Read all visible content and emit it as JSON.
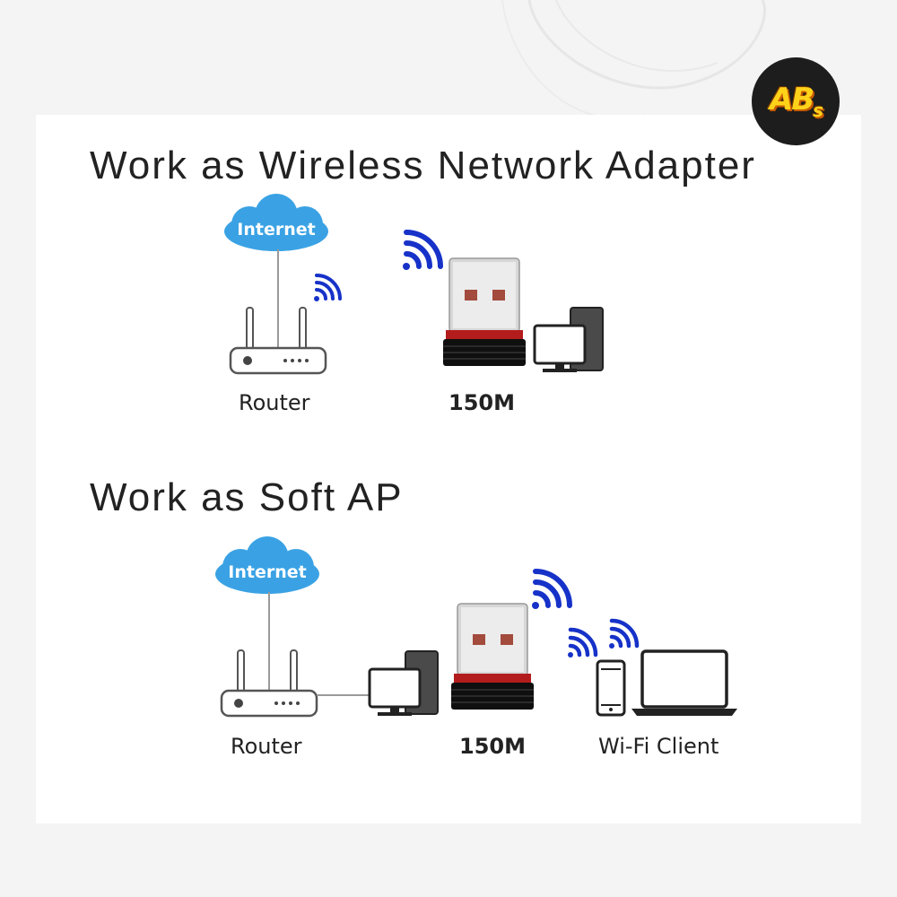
{
  "logo": {
    "text": "AB",
    "suffix": "s"
  },
  "section1": {
    "heading": "Work as Wireless Network Adapter",
    "cloud_label": "Internet",
    "router_label": "Router",
    "adapter_label": "150M"
  },
  "section2": {
    "heading": "Work as Soft AP",
    "cloud_label": "Internet",
    "router_label": "Router",
    "adapter_label": "150M",
    "client_label": "Wi-Fi Client"
  },
  "colors": {
    "cloud": "#3aa2e4",
    "wifi": "#1632c8",
    "adapter_body": "#0f0f0f",
    "adapter_stripe": "#b31c1c",
    "line": "#9a9a9a"
  },
  "icons": [
    "cloud-icon",
    "router-icon",
    "wifi-signal-icon",
    "usb-adapter-icon",
    "desktop-computer-icon",
    "smartphone-icon",
    "laptop-icon"
  ]
}
